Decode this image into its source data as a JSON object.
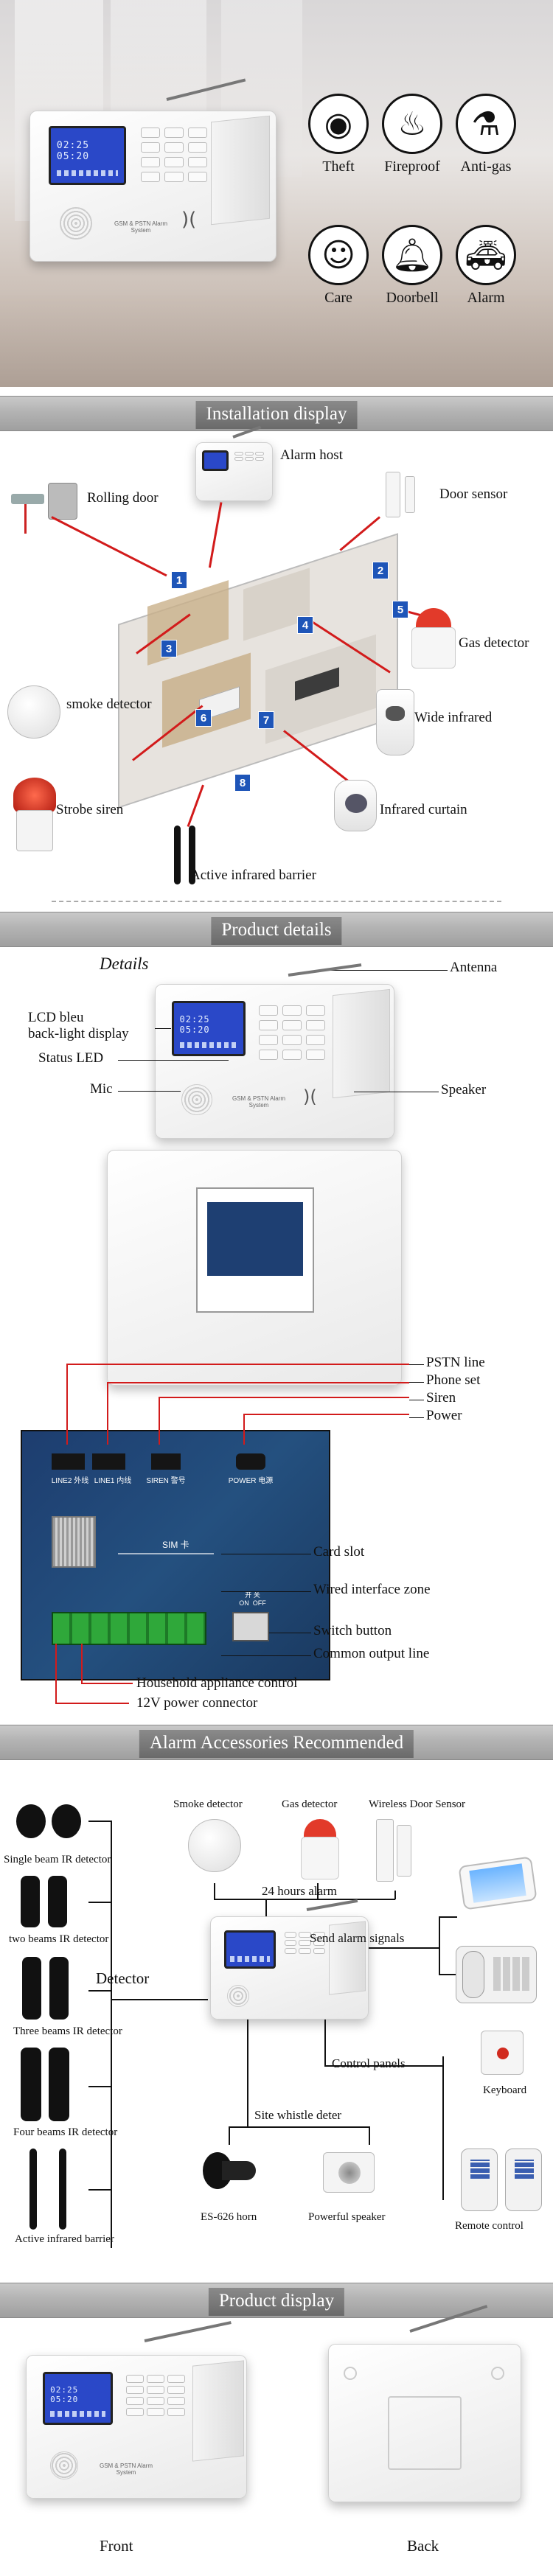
{
  "hero": {
    "lcd_time": "02:25 05:20",
    "device_brand": "GSM & PSTN Alarm System",
    "features": [
      {
        "label": "Theft",
        "icon": "thief-icon"
      },
      {
        "label": "Fireproof",
        "icon": "fire-icon"
      },
      {
        "label": "Anti-gas",
        "icon": "gas-cylinder-icon"
      },
      {
        "label": "Care",
        "icon": "family-icon"
      },
      {
        "label": "Doorbell",
        "icon": "bell-icon"
      },
      {
        "label": "Alarm",
        "icon": "police-car-icon"
      }
    ]
  },
  "installation": {
    "title": "Installation display",
    "labels": {
      "alarm_host": "Alarm host",
      "rolling_door": "Rolling door",
      "door_sensor": "Door sensor",
      "gas_detector": "Gas detector",
      "smoke_detector": "smoke detector",
      "wide_infrared": "Wide infrared",
      "strobe_siren": "Strobe siren",
      "infrared_curtain": "Infrared curtain",
      "active_infrared_barrier": "Active infrared barrier"
    },
    "tags": [
      "1",
      "2",
      "3",
      "4",
      "5",
      "6",
      "7",
      "8"
    ]
  },
  "details": {
    "title": "Product details",
    "heading": "Details",
    "labels": {
      "antenna": "Antenna",
      "lcd": "LCD bleu\nback-light display",
      "status_led": "Status LED",
      "mic": "Mic",
      "speaker": "Speaker",
      "pstn_line": "PSTN line",
      "phone_set": "Phone set",
      "siren": "Siren",
      "power": "Power",
      "card_slot": "Card slot",
      "wired_zone": "Wired interface zone",
      "switch_button": "Switch button",
      "common_output": "Common output line",
      "household": "Household appliance control",
      "power_connector": "12V power connector"
    },
    "board_ports": [
      "LINE2 外线",
      "LINE1 内线",
      "SIREN 警号",
      "POWER 电源"
    ],
    "board_sim": "SIM 卡",
    "board_switch": "开 关\nON  OFF"
  },
  "accessories": {
    "title": "Alarm Accessories Recommended",
    "labels": {
      "smoke_detector": "Smoke detector",
      "gas_detector": "Gas detector",
      "door_sensor": "Wireless Door Sensor",
      "single_beam": "Single beam IR detector",
      "two_beams": "two beams IR detector",
      "three_beams": "Three beams IR detector",
      "four_beams": "Four beams IR detector",
      "active_barrier": "Active infrared barrier",
      "alarm_24h": "24 hours alarm",
      "send_signals": "Send alarm signals",
      "detector": "Detector",
      "control_panels": "Control panels",
      "keyboard": "Keyboard",
      "remote": "Remote control",
      "site_whistle": "Site whistle deter",
      "es626": "ES-626 horn",
      "powerful_speaker": "Powerful speaker"
    }
  },
  "display": {
    "title": "Product display",
    "front": "Front",
    "back": "Back"
  }
}
